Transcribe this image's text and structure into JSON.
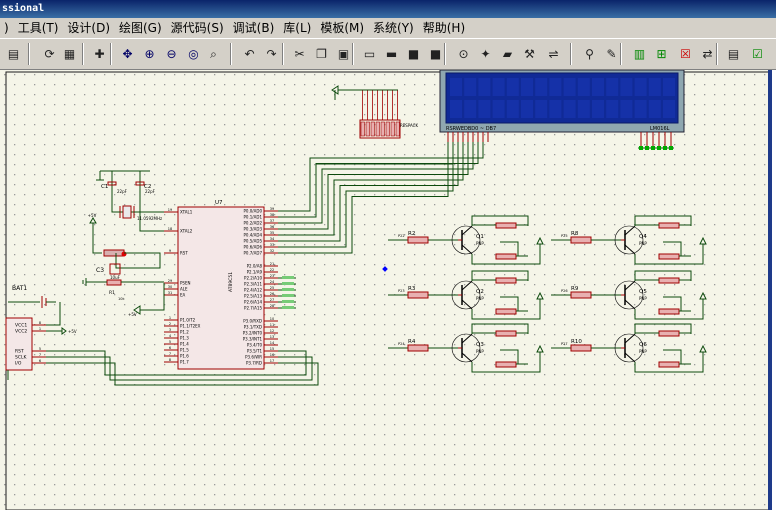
{
  "window": {
    "title": "ssional"
  },
  "menu": {
    "items": [
      {
        "name": "menu-view-partial",
        "label": ")"
      },
      {
        "name": "menu-tools",
        "label": "工具(T)"
      },
      {
        "name": "menu-design",
        "label": "设计(D)"
      },
      {
        "name": "menu-graph",
        "label": "绘图(G)"
      },
      {
        "name": "menu-source",
        "label": "源代码(S)"
      },
      {
        "name": "menu-debug",
        "label": "调试(B)"
      },
      {
        "name": "menu-library",
        "label": "库(L)"
      },
      {
        "name": "menu-template",
        "label": "模板(M)"
      },
      {
        "name": "menu-system",
        "label": "系统(Y)"
      },
      {
        "name": "menu-help",
        "label": "帮助(H)"
      }
    ]
  },
  "toolbar": {
    "icons": [
      "page-icon",
      "refresh-icon",
      "grid-icon",
      "origin-icon",
      "pan-icon",
      "zoom-in-icon",
      "zoom-out-icon",
      "zoom-all-icon",
      "zoom-area-icon",
      "undo-icon",
      "redo-icon",
      "cut-icon",
      "copy-icon",
      "paste-icon",
      "block-copy-icon",
      "block-move-icon",
      "block-rotate-icon",
      "block-delete-icon",
      "pick-device-icon",
      "make-device-icon",
      "package-icon",
      "decompose-icon",
      "wire-autoroute-icon",
      "search-icon",
      "property-assign-icon",
      "new-sheet-icon",
      "add-sheet-icon",
      "remove-sheet-icon",
      "goto-sheet-icon",
      "bom-icon",
      "erc-icon"
    ]
  },
  "schematic": {
    "lcd": {
      "pins": "RSRWEDBD0 ~ DB7",
      "ref": "LM016L"
    },
    "respack": {
      "label": "RESPACK"
    },
    "mcu": {
      "ref": "U7",
      "part": "AT89C51",
      "left_pins": [
        "XTAL1",
        "XTAL2",
        "RST",
        "PSEN",
        "ALE",
        "EA",
        "P1.0/T2",
        "P1.1/T2EX",
        "P1.2",
        "P1.3",
        "P1.4",
        "P1.5",
        "P1.6",
        "P1.7"
      ],
      "left_nums": [
        "19",
        "18",
        "9",
        "29",
        "30",
        "31",
        "1",
        "2",
        "3",
        "4",
        "5",
        "6",
        "7",
        "8"
      ],
      "right_pins": [
        "P0.0/AD0",
        "P0.1/AD1",
        "P0.2/AD2",
        "P0.3/AD3",
        "P0.4/AD4",
        "P0.5/AD5",
        "P0.6/AD6",
        "P0.7/AD7",
        "P2.0/A8",
        "P2.1/A9",
        "P2.2/A10",
        "P2.3/A11",
        "P2.4/A12",
        "P2.5/A13",
        "P2.6/A14",
        "P2.7/A15",
        "P3.0/RXD",
        "P3.1/TXD",
        "P3.2/INT0",
        "P3.3/INT1",
        "P3.4/T0",
        "P3.5/T1",
        "P3.6/WR",
        "P3.7/RD"
      ],
      "right_nums": [
        "39",
        "38",
        "37",
        "36",
        "35",
        "34",
        "33",
        "32",
        "21",
        "22",
        "23",
        "24",
        "25",
        "26",
        "27",
        "28",
        "10",
        "11",
        "12",
        "13",
        "14",
        "15",
        "16",
        "17"
      ]
    },
    "crystal": {
      "c1": "C1",
      "c2": "C2",
      "c1_val": "22pF",
      "c2_val": "22pF",
      "x_val": "11.0592MHz"
    },
    "reset": {
      "c3": "C3",
      "r1": "R1",
      "c3_val": "10uF",
      "r1_val": "10k",
      "vcc": "+5V"
    },
    "battery": {
      "ref": "BAT1"
    },
    "rtc": {
      "pins": [
        "VCC1",
        "VCC2",
        "RST",
        "SCLK",
        "I/O"
      ],
      "nums": [
        "8",
        "1",
        "5",
        "7",
        "6"
      ]
    },
    "drivers": [
      {
        "q": "Q1",
        "r": "R2",
        "net": "P22"
      },
      {
        "q": "Q2",
        "r": "R3",
        "net": "P23"
      },
      {
        "q": "Q3",
        "r": "R4",
        "net": "P24"
      },
      {
        "q": "Q4",
        "r": "R8",
        "net": "P25"
      },
      {
        "q": "Q5",
        "r": "R9",
        "net": "P26"
      },
      {
        "q": "Q6",
        "r": "R10",
        "net": "P27"
      }
    ],
    "pnp": "PNP",
    "vcc": "+5V"
  }
}
